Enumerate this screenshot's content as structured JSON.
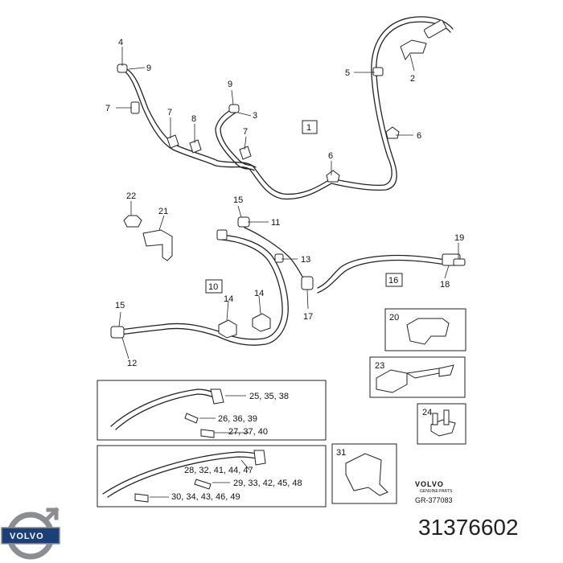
{
  "callouts": {
    "c1": "1",
    "c2": "2",
    "c3": "3",
    "c4": "4",
    "c5": "5",
    "c6a": "6",
    "c6b": "6",
    "c7a": "7",
    "c7b": "7",
    "c7c": "7",
    "c8": "8",
    "c9a": "9",
    "c9b": "9",
    "c10": "10",
    "c11": "11",
    "c12": "12",
    "c13": "13",
    "c14a": "14",
    "c14b": "14",
    "c15a": "15",
    "c15b": "15",
    "c16": "16",
    "c17": "17",
    "c18": "18",
    "c19": "19",
    "c20": "20",
    "c21": "21",
    "c22": "22",
    "c23": "23",
    "c24": "24",
    "c31": "31",
    "g1a": "25, 35, 38",
    "g1b": "26, 36, 39",
    "g1c": "27, 37, 40",
    "g2a": "28, 32, 41, 44, 47",
    "g2b": "29, 33, 42, 45, 48",
    "g2c": "30, 34, 43, 46, 49"
  },
  "brand": {
    "volvo_small": "VOLVO",
    "genuine_parts": "GENUINE PARTS",
    "drawing_ref": "GR-377083",
    "logo_text": "VOLVO",
    "part_number": "31376602"
  },
  "colors": {
    "line": "#222222",
    "logo_blue": "#1c3f7a",
    "logo_ring": "#8a8d91"
  }
}
